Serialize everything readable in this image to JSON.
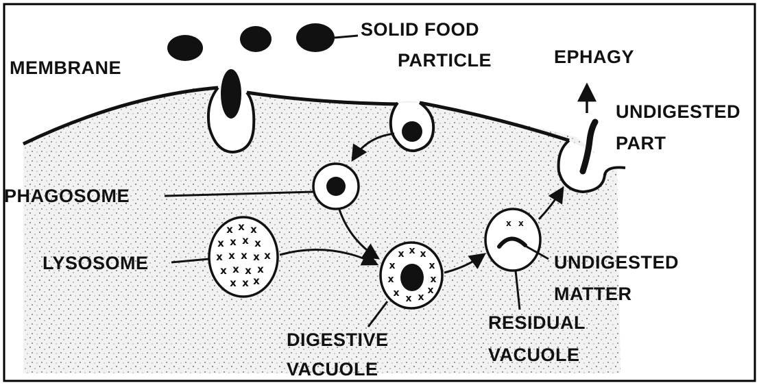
{
  "labels": {
    "membrane": "MEMBRANE",
    "solid_food_line1": "SOLID FOOD",
    "solid_food_line2": "PARTICLE",
    "ephagy": "EPHAGY",
    "undigested_part_line1": "UNDIGESTED",
    "undigested_part_line2": "PART",
    "phagosome": "PHAGOSOME",
    "lysosome": "LYSOSOME",
    "undigested_matter_line1": "UNDIGESTED",
    "undigested_matter_line2": "MATTER",
    "digestive_line1": "DIGESTIVE",
    "digestive_line2": "VACUOLE",
    "residual_line1": "RESIDUAL",
    "residual_line2": "VACUOLE"
  },
  "colors": {
    "ink": "#111111",
    "paper": "#ffffff",
    "cytoplasm": "#f2f2f2",
    "stipple": "#7a7a7a",
    "frame": "#000000"
  }
}
